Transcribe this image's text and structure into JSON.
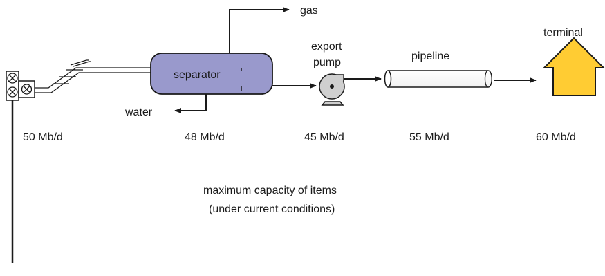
{
  "labels": {
    "gas": "gas",
    "water": "water",
    "separator": "separator",
    "export_pump_line1": "export",
    "export_pump_line2": "pump",
    "pipeline": "pipeline",
    "terminal": "terminal"
  },
  "capacities": {
    "wellhead": "50 Mb/d",
    "separator": "48 Mb/d",
    "export_pump": "45 Mb/d",
    "pipeline": "55 Mb/d",
    "terminal": "60 Mb/d"
  },
  "caption": {
    "line1": "maximum capacity of items",
    "line2": "(under current conditions)"
  },
  "colors": {
    "separator_fill": "#9999cc",
    "pump_fill": "#cfcfcf",
    "terminal_fill": "#ffcc33",
    "stroke": "#1a1a1a"
  }
}
